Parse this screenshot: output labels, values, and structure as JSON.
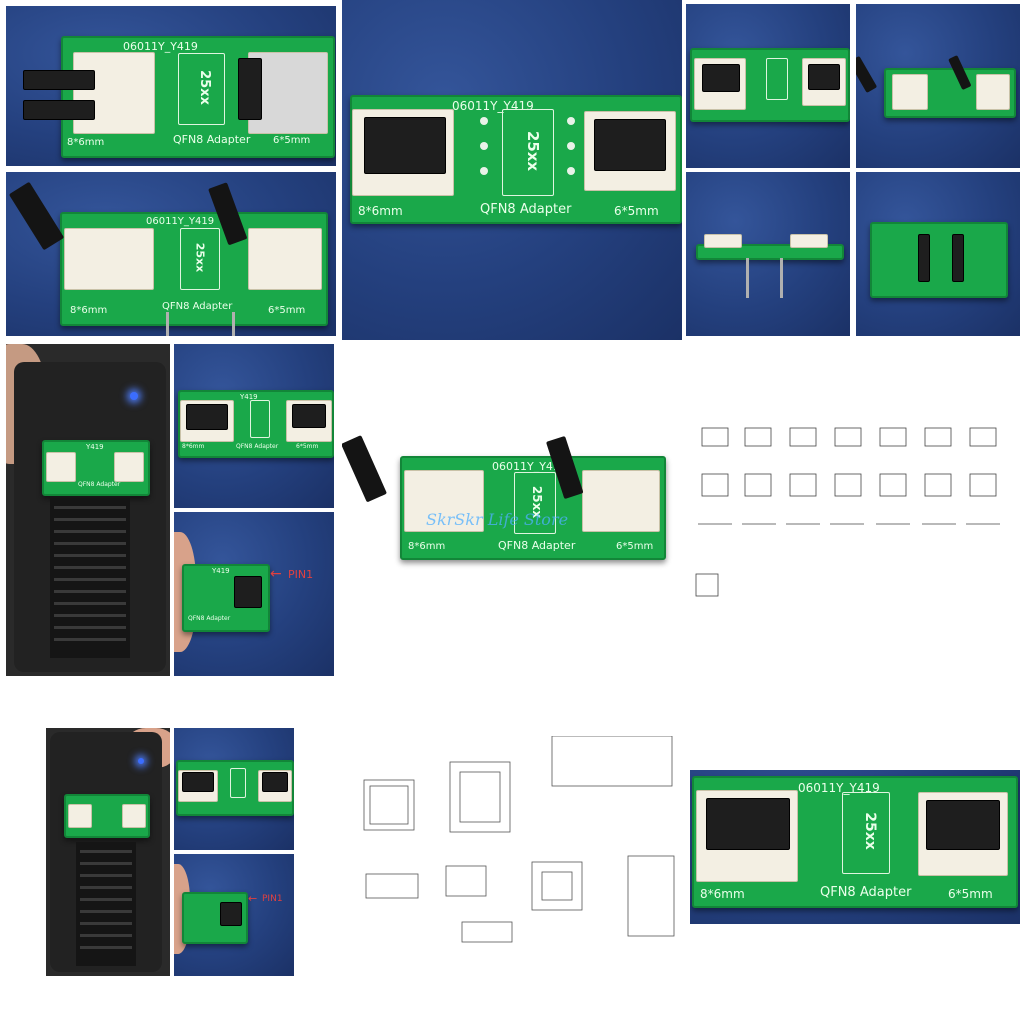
{
  "board": {
    "code": "06011Y_Y419",
    "code_short": "Y419",
    "chip_label": "25xx",
    "adapter_label": "QFN8 Adapter",
    "left_size": "8*6mm",
    "right_size": "6*5mm"
  },
  "watermark": "SkrSkr Life Store",
  "pin_marker": "PIN1",
  "icons": {
    "led": "status-led-icon",
    "arrow": "red-arrow-icon"
  },
  "colors": {
    "pcb": "#1aa84a",
    "photo_bg": "#24407e",
    "led": "#3b6dff"
  }
}
